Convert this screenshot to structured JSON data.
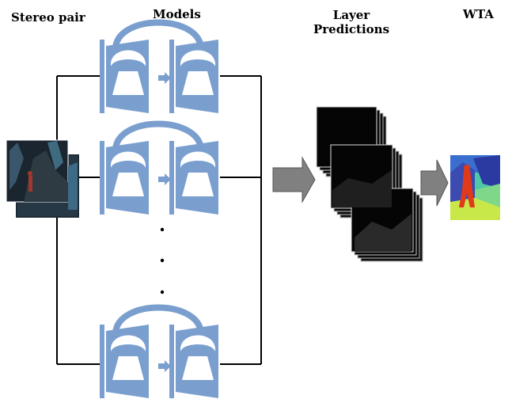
{
  "labels": {
    "stereo_pair": "Stereo pair",
    "models": "Models",
    "layer_predictions_line1": "Layer",
    "layer_predictions_line2": "Predictions",
    "wta": "WTA"
  },
  "colors": {
    "model_blue": "#7a9fcf",
    "arrow_gray": "#808080",
    "line": "#000000"
  },
  "icons": {
    "stereo_pair": "stereo-image-pair",
    "models": "encoder-decoder-network",
    "layer_predictions": "stacked-disparity-maps",
    "wta": "disparity-map-colored"
  },
  "model_count_visible": 3,
  "ellipsis_dots": 3
}
